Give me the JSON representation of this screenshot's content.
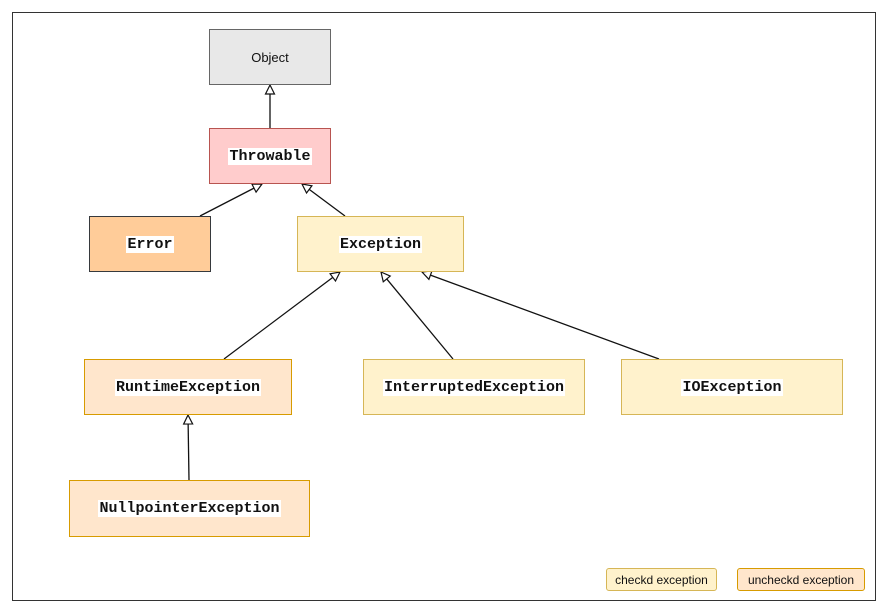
{
  "colors": {
    "object_fill": "#e8e8e8",
    "object_stroke": "#666666",
    "throwable_fill": "#ffcccc",
    "throwable_stroke": "#b85450",
    "error_fill": "#ffcc99",
    "error_stroke": "#36393d",
    "checked_fill": "#fff2cc",
    "checked_stroke": "#d6b656",
    "unchecked_fill": "#ffe6cc",
    "unchecked_stroke": "#d79b00",
    "edge": "#111111"
  },
  "nodes": {
    "object": "Object",
    "throwable": "Throwable",
    "error": "Error",
    "exception": "Exception",
    "runtime_exception": "RuntimeException",
    "interrupted_exception": "InterruptedException",
    "io_exception": "IOException",
    "nullpointer_exception": "NullpointerException"
  },
  "edges": [
    {
      "from": "throwable",
      "to": "object"
    },
    {
      "from": "error",
      "to": "throwable"
    },
    {
      "from": "exception",
      "to": "throwable"
    },
    {
      "from": "runtime_exception",
      "to": "exception"
    },
    {
      "from": "interrupted_exception",
      "to": "exception"
    },
    {
      "from": "io_exception",
      "to": "exception"
    },
    {
      "from": "nullpointer_exception",
      "to": "runtime_exception"
    }
  ],
  "legend": {
    "checked": "checkd exception",
    "unchecked": "uncheckd exception"
  }
}
